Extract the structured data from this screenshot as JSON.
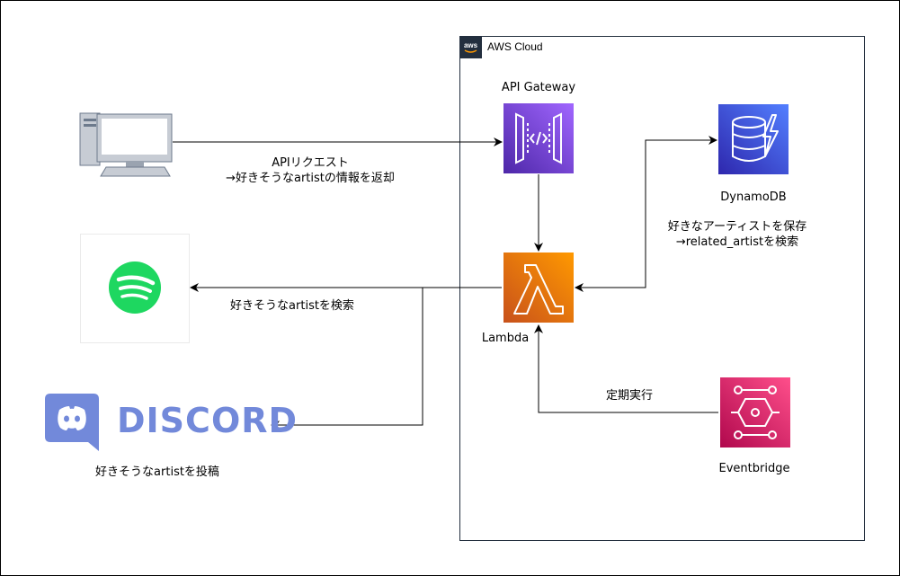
{
  "aws_cloud": {
    "label": "AWS Cloud",
    "badge_text": "aws"
  },
  "nodes": {
    "api_gateway": {
      "label": "API Gateway",
      "icon": "api-gateway-icon",
      "color": "#7d47e8"
    },
    "dynamodb": {
      "label": "DynamoDB",
      "icon": "dynamodb-icon",
      "color": "#3b48cc"
    },
    "lambda": {
      "label": "Lambda",
      "icon": "lambda-icon",
      "color": "#ed7100"
    },
    "eventbridge": {
      "label": "Eventbridge",
      "icon": "eventbridge-icon",
      "color": "#e7157b"
    },
    "client": {
      "icon": "desktop-computer-icon"
    },
    "spotify": {
      "icon": "spotify-icon",
      "color": "#1ed760"
    },
    "discord": {
      "wordmark": "DISCORD",
      "icon": "discord-icon",
      "color": "#7289da"
    }
  },
  "edges": {
    "client_to_api": {
      "line1": "APIリクエスト",
      "line2": "→好きそうなartistの情報を返却"
    },
    "lambda_dynamodb": {
      "line1": "好きなアーティストを保存",
      "line2": "→related_artistを検索"
    },
    "lambda_spotify": {
      "label": "好きそうなartistを検索"
    },
    "lambda_discord": {
      "label": "好きそうなartistを投稿"
    },
    "eventbridge_lambda": {
      "label": "定期実行"
    }
  }
}
